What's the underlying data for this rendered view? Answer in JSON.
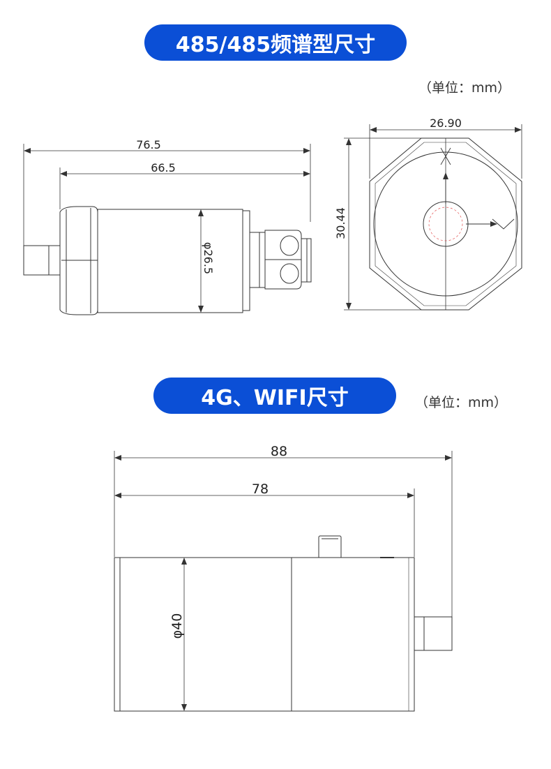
{
  "section1": {
    "title": "485/485频谱型尺寸",
    "unit": "（单位：mm）",
    "side_view": {
      "overall_length": "76.5",
      "body_length": "66.5",
      "diameter": "φ26.5"
    },
    "end_view": {
      "width": "26.90",
      "height": "30.44"
    }
  },
  "section2": {
    "title": "4G、WIFI尺寸",
    "unit": "（单位：mm）",
    "side_view": {
      "overall_length": "88",
      "body_length": "78",
      "diameter": "φ40"
    }
  },
  "colors": {
    "pill_background": "#0b4fd6",
    "pill_text": "#ffffff",
    "line": "#333333"
  }
}
